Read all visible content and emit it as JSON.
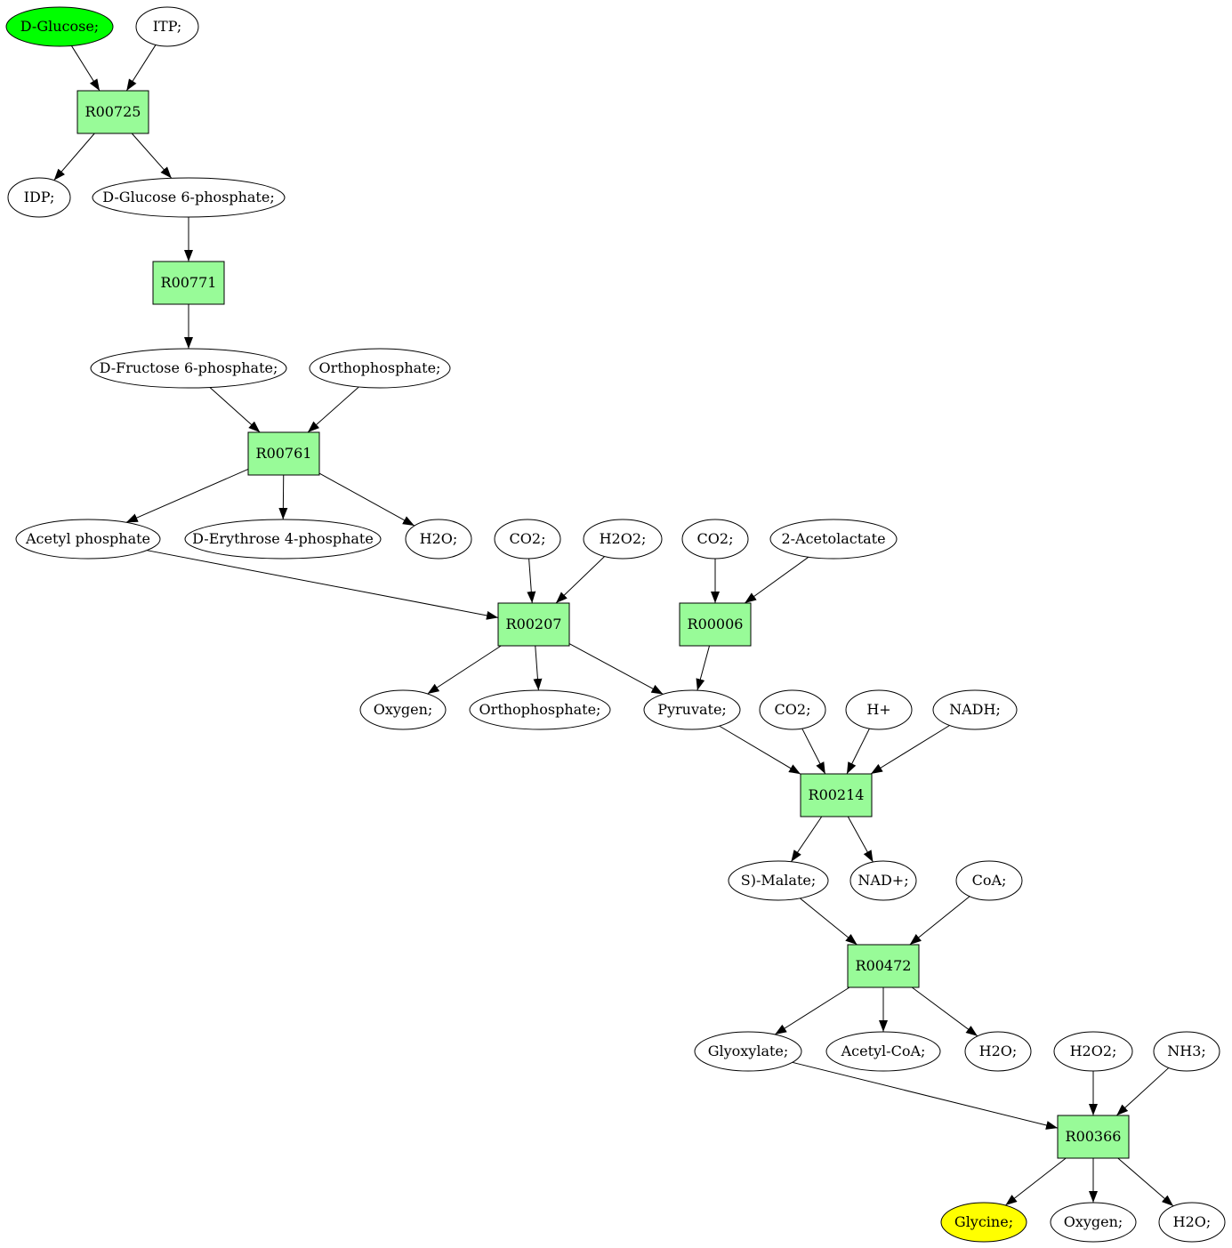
{
  "colors": {
    "reaction_fill": "#98fb98",
    "compound_fill": "#ffffff",
    "start_fill": "#00ff00",
    "end_fill": "#ffff00",
    "stroke": "#000000"
  },
  "nodes": [
    {
      "id": "dglucose",
      "kind": "compound",
      "role": "start",
      "label": "D-Glucose;"
    },
    {
      "id": "itp",
      "kind": "compound",
      "label": "ITP;"
    },
    {
      "id": "r00725",
      "kind": "reaction",
      "label": "R00725"
    },
    {
      "id": "idp",
      "kind": "compound",
      "label": "IDP;"
    },
    {
      "id": "dg6p",
      "kind": "compound",
      "label": "D-Glucose 6-phosphate;"
    },
    {
      "id": "r00771",
      "kind": "reaction",
      "label": "R00771"
    },
    {
      "id": "df6p",
      "kind": "compound",
      "label": "D-Fructose 6-phosphate;"
    },
    {
      "id": "ortho1",
      "kind": "compound",
      "label": "Orthophosphate;"
    },
    {
      "id": "r00761",
      "kind": "reaction",
      "label": "R00761"
    },
    {
      "id": "acetylp",
      "kind": "compound",
      "label": "Acetyl phosphate"
    },
    {
      "id": "de4p",
      "kind": "compound",
      "label": "D-Erythrose 4-phosphate"
    },
    {
      "id": "h2o1",
      "kind": "compound",
      "label": "H2O;"
    },
    {
      "id": "co2a",
      "kind": "compound",
      "label": "CO2;"
    },
    {
      "id": "h2o2a",
      "kind": "compound",
      "label": "H2O2;"
    },
    {
      "id": "co2b",
      "kind": "compound",
      "label": "CO2;"
    },
    {
      "id": "acetolactate",
      "kind": "compound",
      "label": "2-Acetolactate"
    },
    {
      "id": "r00207",
      "kind": "reaction",
      "label": "R00207"
    },
    {
      "id": "r00006",
      "kind": "reaction",
      "label": "R00006"
    },
    {
      "id": "oxygen1",
      "kind": "compound",
      "label": "Oxygen;"
    },
    {
      "id": "ortho2",
      "kind": "compound",
      "label": "Orthophosphate;"
    },
    {
      "id": "pyruvate",
      "kind": "compound",
      "label": "Pyruvate;"
    },
    {
      "id": "co2c",
      "kind": "compound",
      "label": "CO2;"
    },
    {
      "id": "hplus",
      "kind": "compound",
      "label": "H+"
    },
    {
      "id": "nadh",
      "kind": "compound",
      "label": "NADH;"
    },
    {
      "id": "r00214",
      "kind": "reaction",
      "label": "R00214"
    },
    {
      "id": "smalate",
      "kind": "compound",
      "label": "S)-Malate;"
    },
    {
      "id": "nadplus",
      "kind": "compound",
      "label": "NAD+;"
    },
    {
      "id": "coa",
      "kind": "compound",
      "label": "CoA;"
    },
    {
      "id": "r00472",
      "kind": "reaction",
      "label": "R00472"
    },
    {
      "id": "glyoxylate",
      "kind": "compound",
      "label": "Glyoxylate;"
    },
    {
      "id": "acetylcoa",
      "kind": "compound",
      "label": "Acetyl-CoA;"
    },
    {
      "id": "h2o2",
      "kind": "compound",
      "label": "H2O;"
    },
    {
      "id": "h2o2b",
      "kind": "compound",
      "label": "H2O2;"
    },
    {
      "id": "nh3",
      "kind": "compound",
      "label": "NH3;"
    },
    {
      "id": "r00366",
      "kind": "reaction",
      "label": "R00366"
    },
    {
      "id": "glycine",
      "kind": "compound",
      "role": "end",
      "label": "Glycine;"
    },
    {
      "id": "oxygen2",
      "kind": "compound",
      "label": "Oxygen;"
    },
    {
      "id": "h2o3",
      "kind": "compound",
      "label": "H2O;"
    }
  ],
  "edges": [
    {
      "from": "dglucose",
      "to": "r00725"
    },
    {
      "from": "itp",
      "to": "r00725"
    },
    {
      "from": "r00725",
      "to": "idp"
    },
    {
      "from": "r00725",
      "to": "dg6p"
    },
    {
      "from": "dg6p",
      "to": "r00771"
    },
    {
      "from": "r00771",
      "to": "df6p"
    },
    {
      "from": "df6p",
      "to": "r00761"
    },
    {
      "from": "ortho1",
      "to": "r00761"
    },
    {
      "from": "r00761",
      "to": "acetylp"
    },
    {
      "from": "r00761",
      "to": "de4p"
    },
    {
      "from": "r00761",
      "to": "h2o1"
    },
    {
      "from": "acetylp",
      "to": "r00207"
    },
    {
      "from": "co2a",
      "to": "r00207"
    },
    {
      "from": "h2o2a",
      "to": "r00207"
    },
    {
      "from": "co2b",
      "to": "r00006"
    },
    {
      "from": "acetolactate",
      "to": "r00006"
    },
    {
      "from": "r00207",
      "to": "oxygen1"
    },
    {
      "from": "r00207",
      "to": "ortho2"
    },
    {
      "from": "r00207",
      "to": "pyruvate"
    },
    {
      "from": "r00006",
      "to": "pyruvate"
    },
    {
      "from": "pyruvate",
      "to": "r00214"
    },
    {
      "from": "co2c",
      "to": "r00214"
    },
    {
      "from": "hplus",
      "to": "r00214"
    },
    {
      "from": "nadh",
      "to": "r00214"
    },
    {
      "from": "r00214",
      "to": "smalate"
    },
    {
      "from": "r00214",
      "to": "nadplus"
    },
    {
      "from": "smalate",
      "to": "r00472"
    },
    {
      "from": "coa",
      "to": "r00472"
    },
    {
      "from": "r00472",
      "to": "glyoxylate"
    },
    {
      "from": "r00472",
      "to": "acetylcoa"
    },
    {
      "from": "r00472",
      "to": "h2o2"
    },
    {
      "from": "glyoxylate",
      "to": "r00366"
    },
    {
      "from": "h2o2b",
      "to": "r00366"
    },
    {
      "from": "nh3",
      "to": "r00366"
    },
    {
      "from": "r00366",
      "to": "glycine"
    },
    {
      "from": "r00366",
      "to": "oxygen2"
    },
    {
      "from": "r00366",
      "to": "h2o3"
    }
  ]
}
